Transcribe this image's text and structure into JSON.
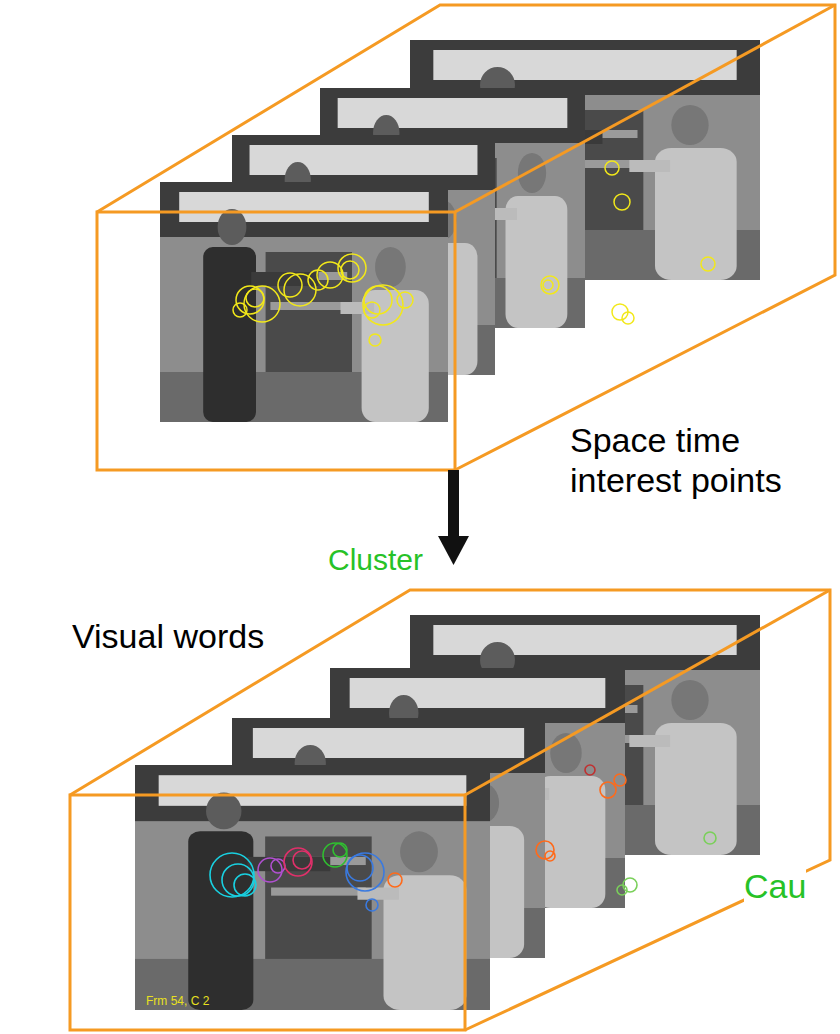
{
  "diagram": {
    "labels": [
      "Space time interest points",
      "Cluster",
      "Visual words",
      "Cau",
      "Frm 54, C 2"
    ]
  }
}
